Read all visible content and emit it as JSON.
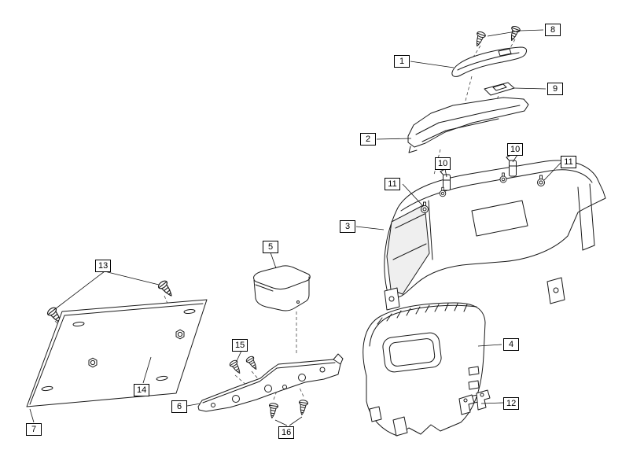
{
  "diagram": {
    "colors": {
      "background": "#ffffff",
      "line": "#1a1a1a",
      "callout_border": "#000000"
    },
    "callouts": [
      {
        "label": "8"
      },
      {
        "label": "1"
      },
      {
        "label": "9"
      },
      {
        "label": "2"
      },
      {
        "label": "10"
      },
      {
        "label": "10"
      },
      {
        "label": "11"
      },
      {
        "label": "11"
      },
      {
        "label": "3"
      },
      {
        "label": "5"
      },
      {
        "label": "13"
      },
      {
        "label": "4"
      },
      {
        "label": "15"
      },
      {
        "label": "14"
      },
      {
        "label": "6"
      },
      {
        "label": "12"
      },
      {
        "label": "7"
      },
      {
        "label": "16"
      }
    ]
  }
}
